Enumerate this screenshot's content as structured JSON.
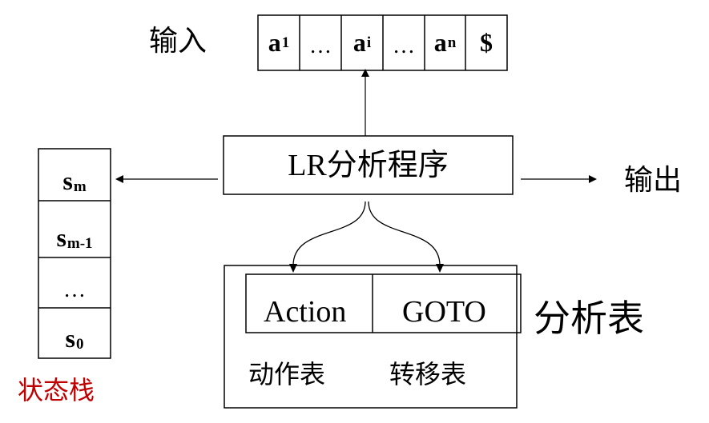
{
  "labels": {
    "input": "输入",
    "output": "输出",
    "program": "LR分析程序",
    "table_title": "分析表",
    "action": "Action",
    "goto": "GOTO",
    "action_table": "动作表",
    "goto_table": "转移表",
    "stack_title": "状态栈"
  },
  "input_tape": [
    {
      "base": "a",
      "sub": "1"
    },
    {
      "base": "…",
      "sub": ""
    },
    {
      "base": "a",
      "sub": "i"
    },
    {
      "base": "…",
      "sub": ""
    },
    {
      "base": "a",
      "sub": "n"
    },
    {
      "base": "$",
      "sub": ""
    }
  ],
  "state_stack": [
    {
      "base": "s",
      "sub": "m"
    },
    {
      "base": "s",
      "sub": "m-1"
    },
    {
      "base": "…",
      "sub": ""
    },
    {
      "base": "s",
      "sub": "0"
    }
  ],
  "colors": {
    "line": "#000000",
    "stack_title": "#c00000"
  }
}
